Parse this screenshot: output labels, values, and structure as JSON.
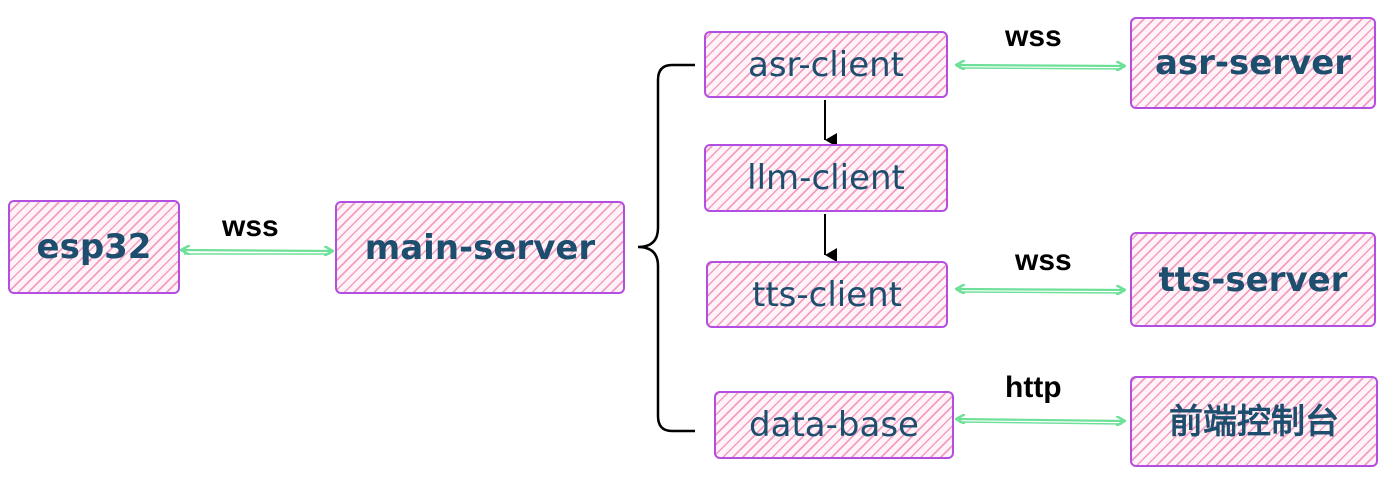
{
  "nodes": {
    "esp32": "esp32",
    "main_server": "main-server",
    "asr_client": "asr-client",
    "llm_client": "llm-client",
    "tts_client": "tts-client",
    "data_base": "data-base",
    "asr_server": "asr-server",
    "tts_server": "tts-server",
    "console": "前端控制台"
  },
  "edge_labels": {
    "esp32_main": "wss",
    "asr": "wss",
    "tts": "wss",
    "db": "http"
  },
  "colors": {
    "node_border": "#b44ee0",
    "node_hatch": "#e75898",
    "node_text": "#1d4e6e",
    "bidirectional_arrow": "#6ee09a",
    "flow_arrow": "#000000",
    "bracket": "#000000"
  }
}
